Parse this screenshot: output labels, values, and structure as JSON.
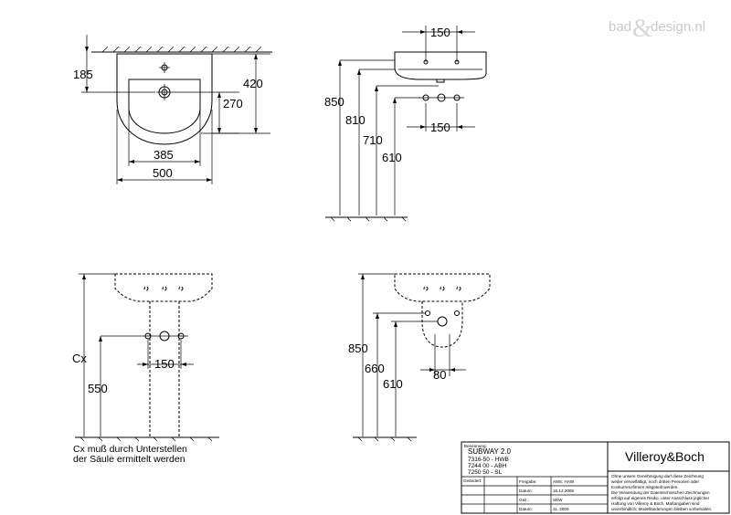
{
  "watermark": {
    "left": "bad",
    "amp": "&",
    "right": "design.nl"
  },
  "top_view": {
    "dims": {
      "d185": "185",
      "d420": "420",
      "d270": "270",
      "d385": "385",
      "d500": "500"
    }
  },
  "side_view": {
    "dims": {
      "d150_top": "150",
      "d850": "850",
      "d810": "810",
      "d710": "710",
      "d610": "610",
      "d150_bottom": "150"
    }
  },
  "front_pedestal": {
    "dims": {
      "cx": "Cx",
      "d550": "550",
      "d150": "150"
    },
    "note_line1": "Cx muß durch Unterstellen",
    "note_line2": "der Säule ermittelt werden"
  },
  "front_semi": {
    "dims": {
      "d850": "850",
      "d660": "660",
      "d610": "610",
      "d80": "80"
    }
  },
  "title_block": {
    "label_benennung": "Benennung:",
    "product": "SUBWAY 2.0",
    "item1": "7316-50 - HWB",
    "item2": "7244 00 - ABH",
    "item3": "7250 50 - SL",
    "label_geandert": "Geändert:",
    "label_freigabe": "Freigabe:",
    "value_freigabe": "AMS; HAW",
    "label_datum1": "Datum:",
    "value_datum1": "16.12.2009",
    "label_gez": "Gez.:",
    "value_gez": "SEW",
    "label_datum2": "Datum:",
    "value_datum2": "11. 2009",
    "brand": "Villeroy&Boch",
    "legal_lines": [
      "Ohne unsere Genehmigung darf diese Zeichnung",
      "weder vervielfältigt, noch dritten Personen oder",
      "Konkurrenzfirmen mitgeteilt werden.",
      "Die Verwendung der Datentechnischen Zeichnungen",
      "erfolgt auf eigenes Risiko, unter Ausschluss jeglicher",
      "Haftung von Villeroy & Boch. Maßangaben sind",
      "unverbindlich; Modelländerungen bleiben vorbehalten."
    ]
  }
}
